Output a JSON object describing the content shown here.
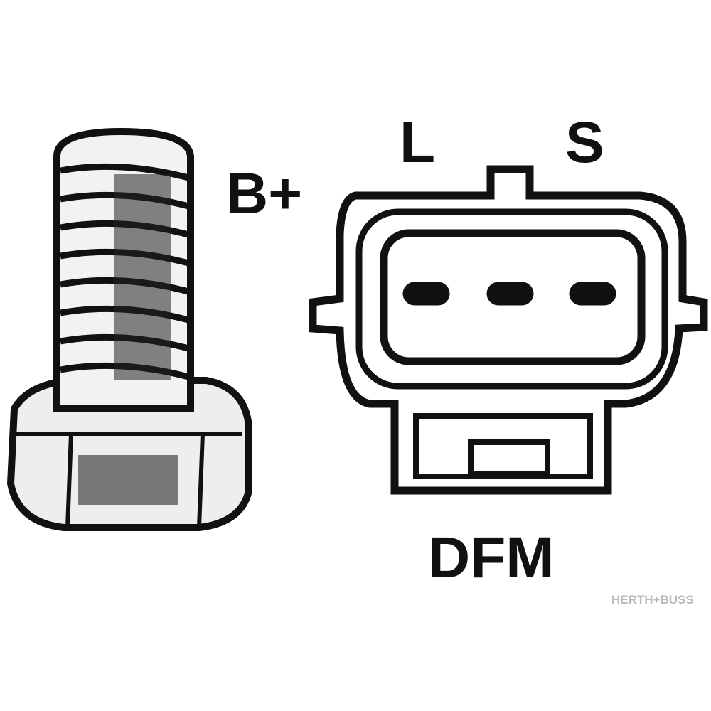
{
  "labels": {
    "battery_terminal": "B+",
    "lamp_terminal": "L",
    "sense_terminal": "S",
    "field_monitor_terminal": "DFM"
  },
  "watermark": "HERTH+BUSS",
  "colors": {
    "ink": "#111111",
    "background": "#ffffff",
    "watermark": "#bbbbbb"
  }
}
